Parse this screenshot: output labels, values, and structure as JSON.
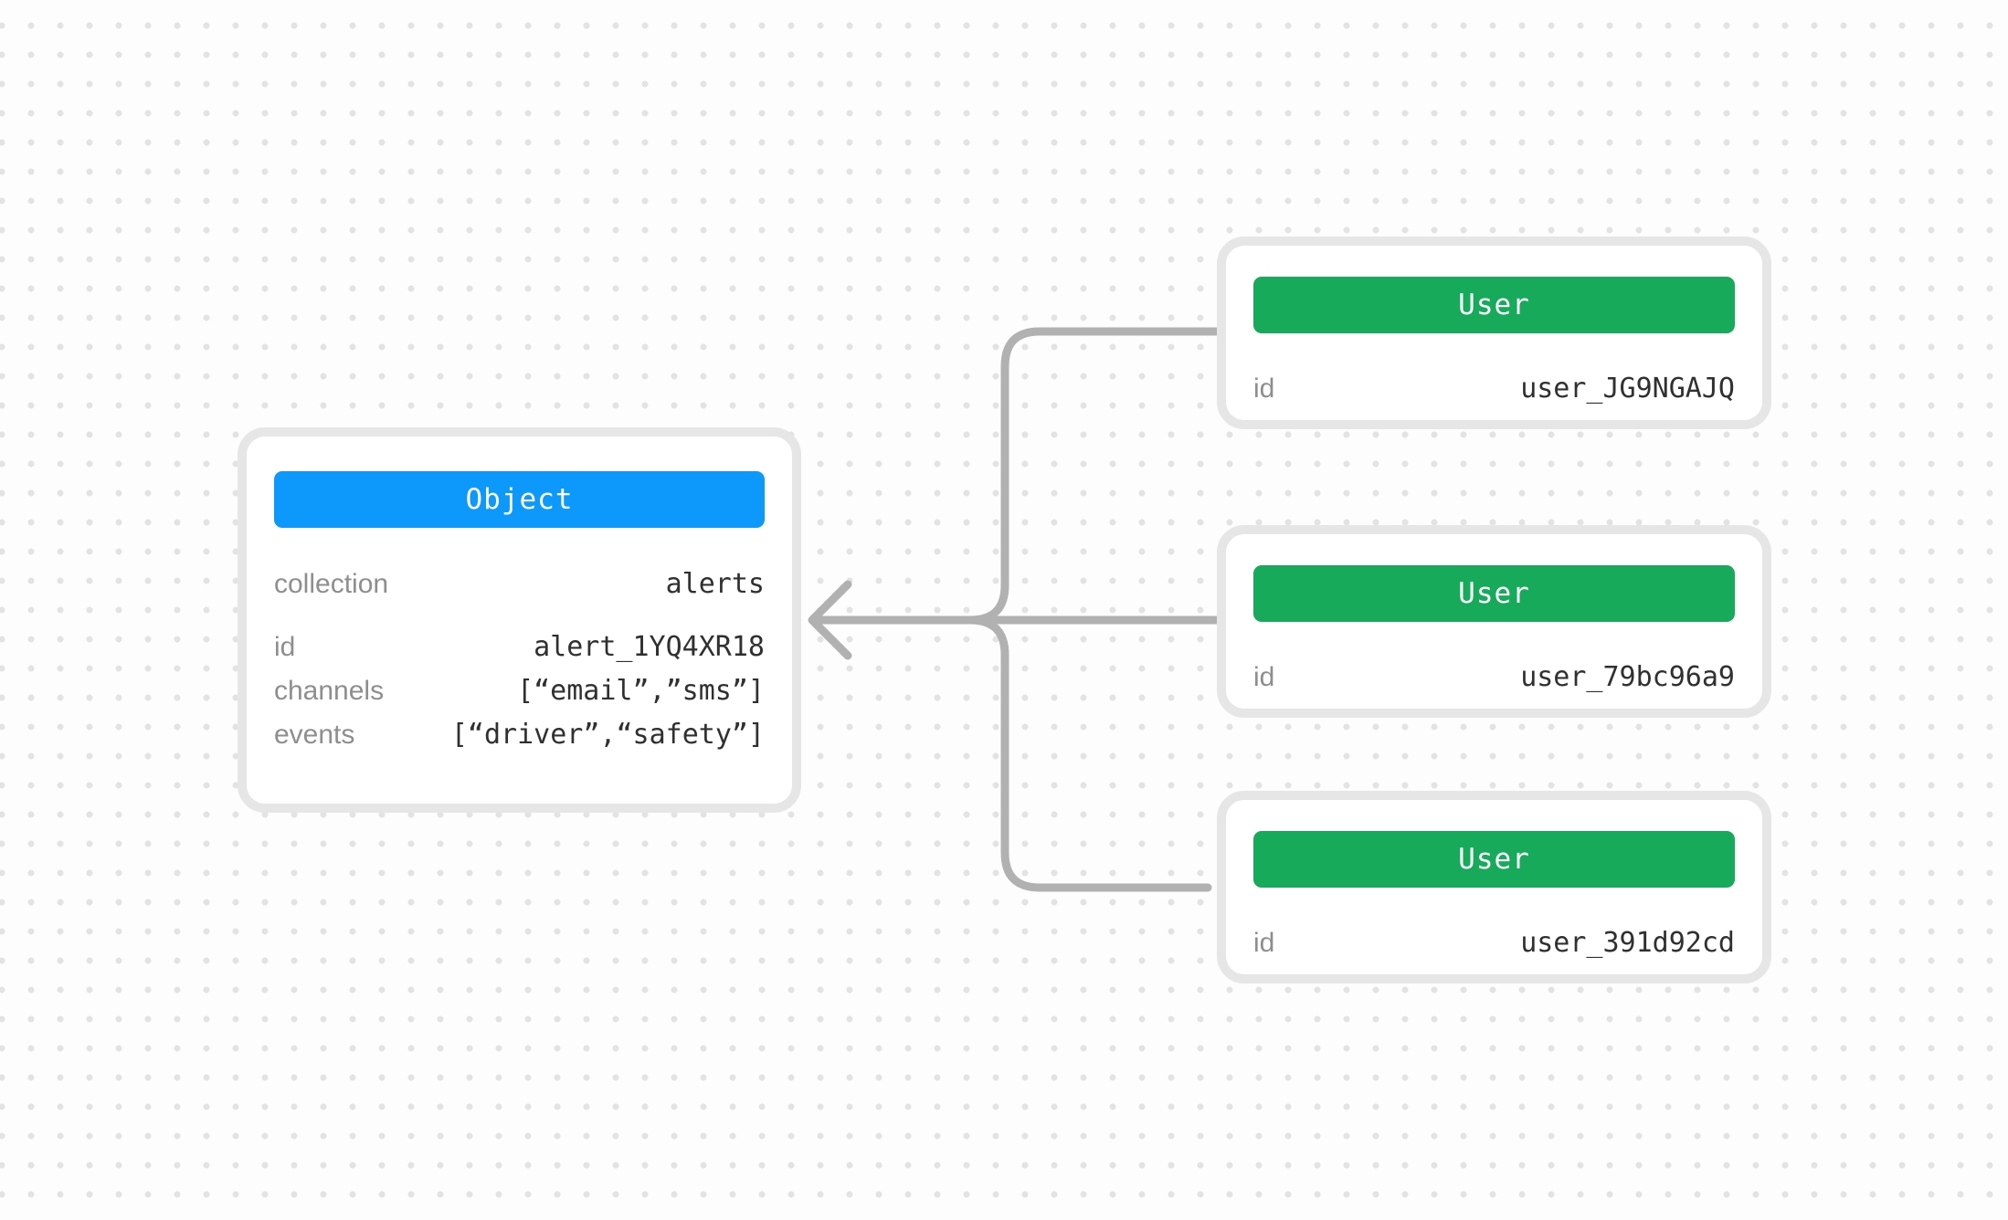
{
  "colors": {
    "blue": "#0d99fb",
    "green": "#16aa5a",
    "line": "#b1b1b1",
    "card-border": "#e6e6e6",
    "label": "#8e8e8e",
    "value": "#303030",
    "dot": "#e3e3e3",
    "bg": "#fdfdfd"
  },
  "object_card": {
    "title": "Object",
    "rows": [
      {
        "label": "collection",
        "value": "alerts"
      },
      {
        "label": "id",
        "value": "alert_1YQ4XR18"
      },
      {
        "label": "channels",
        "value": "[“email”,”sms”]"
      },
      {
        "label": "events",
        "value": "[“driver”,“safety”]"
      }
    ]
  },
  "user_cards": [
    {
      "title": "User",
      "rows": [
        {
          "label": "id",
          "value": "user_JG9NGAJQ"
        }
      ]
    },
    {
      "title": "User",
      "rows": [
        {
          "label": "id",
          "value": "user_79bc96a9"
        }
      ]
    },
    {
      "title": "User",
      "rows": [
        {
          "label": "id",
          "value": "user_391d92cd"
        }
      ]
    }
  ]
}
